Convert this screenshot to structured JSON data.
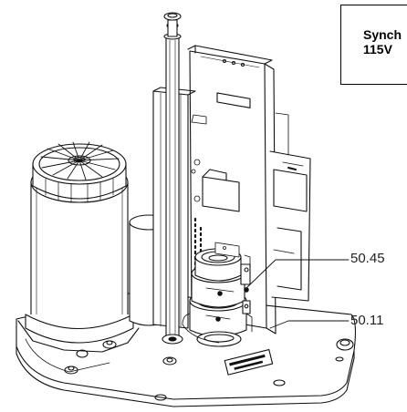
{
  "label_box": {
    "line1": "Synch",
    "line2": "115V"
  },
  "callouts": [
    {
      "id": "50.45",
      "text": "50.45"
    },
    {
      "id": "50.11",
      "text": "50.11"
    }
  ]
}
